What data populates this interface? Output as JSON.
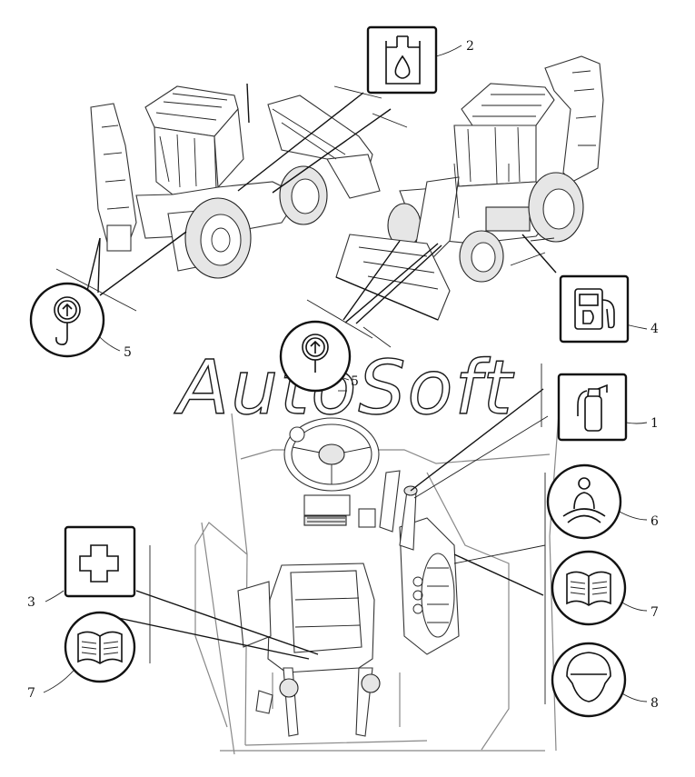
{
  "watermark": {
    "text": "AutoSoft"
  },
  "callouts": [
    {
      "id": "c2",
      "text": "2"
    },
    {
      "id": "c4",
      "text": "4"
    },
    {
      "id": "c5a",
      "text": "5"
    },
    {
      "id": "c5b",
      "text": "5"
    },
    {
      "id": "c1",
      "text": "1"
    },
    {
      "id": "c6",
      "text": "6"
    },
    {
      "id": "c7a",
      "text": "7"
    },
    {
      "id": "c7b",
      "text": "7"
    },
    {
      "id": "c3",
      "text": "3"
    },
    {
      "id": "c8",
      "text": "8"
    }
  ],
  "icons": {
    "hydraulic_oil": "hydraulic-oil-reservoir-icon",
    "fuel": "fuel-pump-icon",
    "extinguisher": "fire-extinguisher-icon",
    "lifting_hook": "lifting-point-hook-icon",
    "seat_belt": "seat-belt-icon",
    "manual": "operator-manual-book-icon",
    "first_aid": "first-aid-cross-icon",
    "helmet": "safety-helmet-icon"
  }
}
